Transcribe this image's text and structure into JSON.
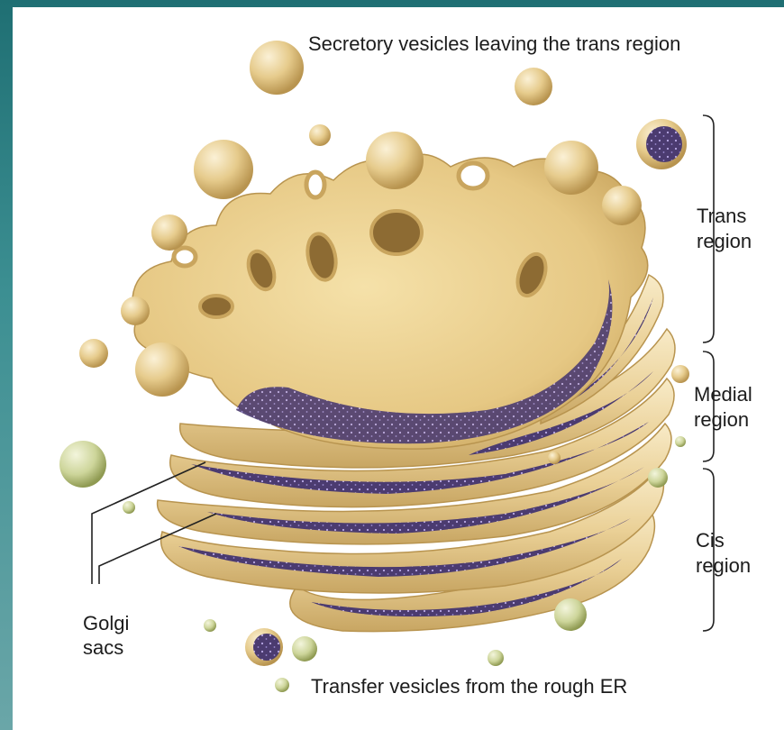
{
  "labels": {
    "secretory": "Secretory vesicles leaving the trans region",
    "transfer": "Transfer vesicles from the rough ER",
    "trans_1": "Trans",
    "trans_2": "region",
    "medial_1": "Medial",
    "medial_2": "region",
    "cis_1": "Cis",
    "cis_2": "region",
    "golgi_1": "Golgi",
    "golgi_2": "sacs"
  },
  "colors": {
    "membrane": "#e9d29a",
    "membrane_light": "#f6e8c2",
    "membrane_shadow": "#c9a865",
    "lumen": "#4a3a6e",
    "lumen_dots": "#b9a9e6",
    "transfer_vesicle": "#c9d28f",
    "frame": "#2d7f83"
  }
}
